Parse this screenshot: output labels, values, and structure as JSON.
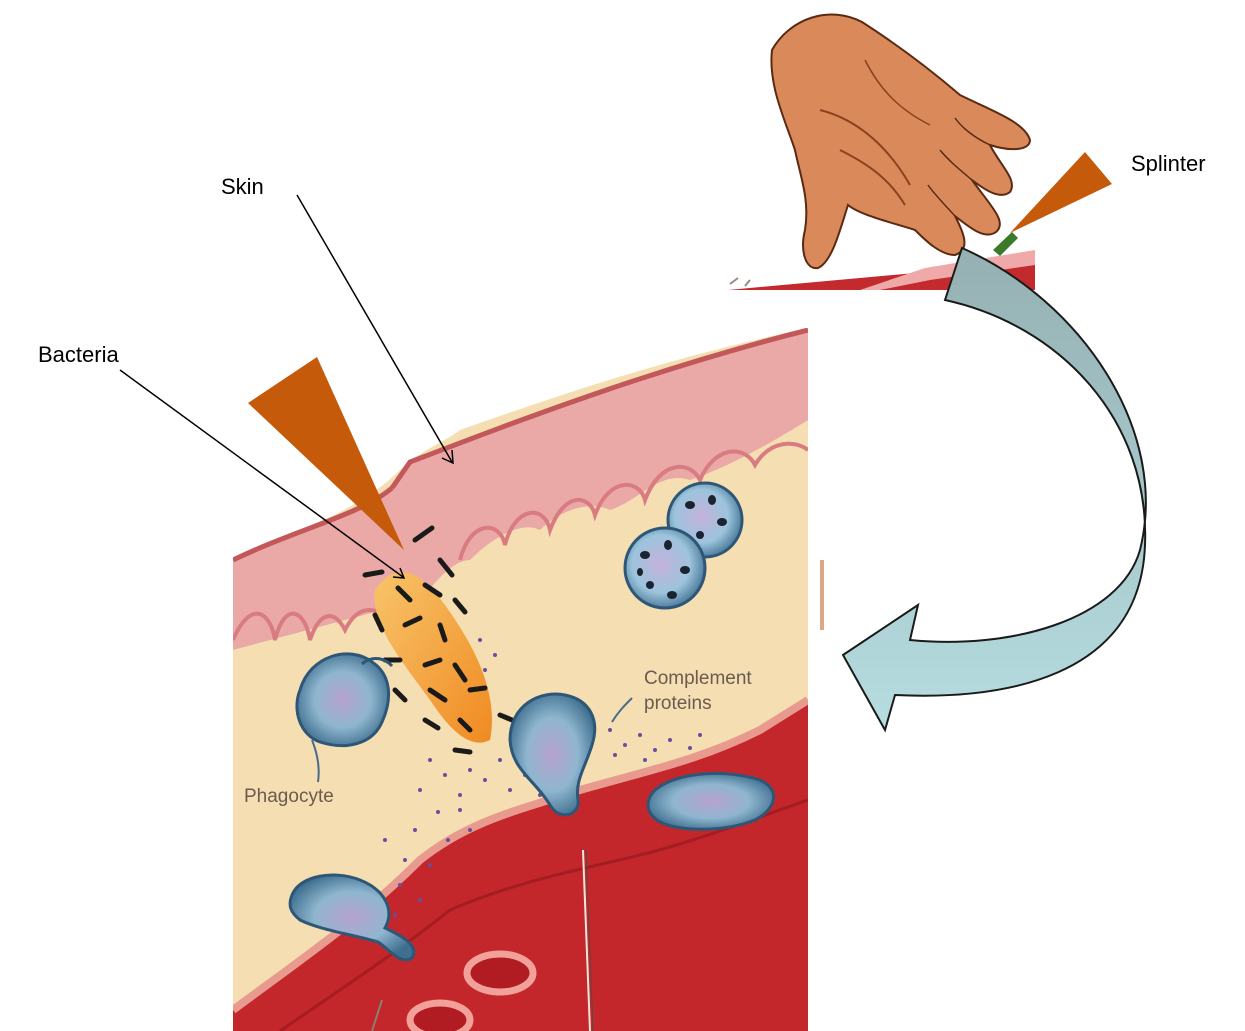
{
  "labels": {
    "skin": "Skin",
    "bacteria": "Bacteria",
    "splinter": "Splinter"
  },
  "inset_labels": {
    "complement_line1": "Complement",
    "complement_line2": "proteins",
    "phagocyte": "Phagocyte"
  },
  "colors": {
    "splinter": "#c55a0a",
    "skin_pink": "#e9a7a6",
    "tissue": "#f5dfb2",
    "blood": "#c3262b",
    "arrow_top": "#95b0b3",
    "arrow_bottom": "#b6dde0"
  }
}
